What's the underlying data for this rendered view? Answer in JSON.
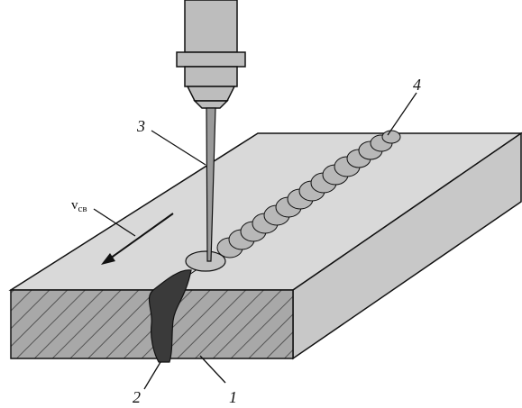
{
  "labels": {
    "part_1": "1",
    "part_2": "2",
    "part_3": "3",
    "part_4": "4",
    "velocity_symbol": "v",
    "velocity_subscript": "св"
  },
  "colors": {
    "plate_top": "#d9d9d9",
    "plate_front": "#a8a8a8",
    "plate_side": "#c8c8c8",
    "hatch": "#555555",
    "weld_root": "#3a3a3a",
    "weld_bead": "#b8b8b8",
    "torch": "#bdbdbd",
    "outline": "#111111"
  }
}
